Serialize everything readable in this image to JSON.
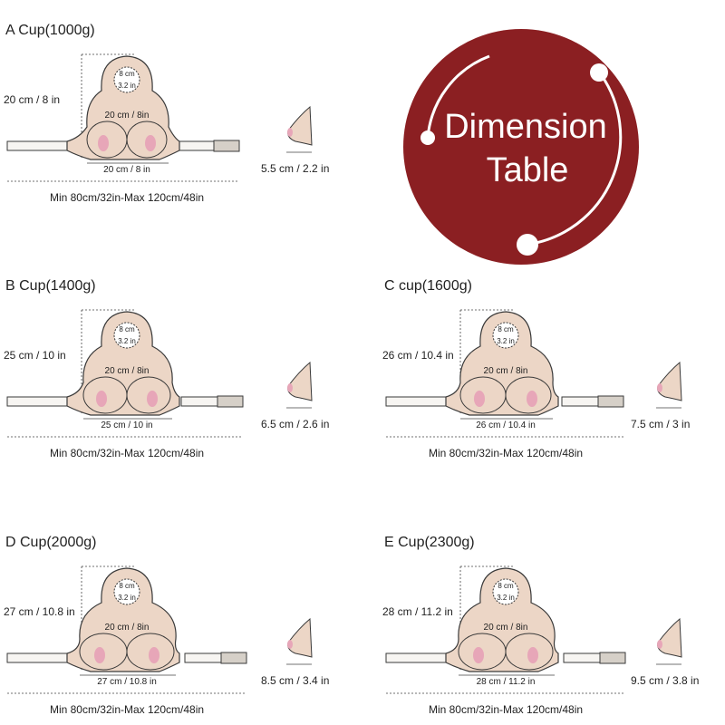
{
  "badge": {
    "line1": "Dimension",
    "line2": "Table",
    "color": "#8b1f22",
    "ring_color": "#ffffff"
  },
  "colors": {
    "skin": "#ecd6c6",
    "outline": "#3a3a3a",
    "nipple": "#e7a6b8",
    "strap": "#f7f5f2",
    "buckle": "#d6d0c8",
    "guide": "#444444"
  },
  "shared": {
    "circle_cm": "8 cm",
    "circle_in": "3.2 in",
    "vertical_mid": "20 cm / 8in",
    "strap_range": "Min 80cm/32in-Max 120cm/48in"
  },
  "cups": [
    {
      "name": "A Cup(1000g)",
      "height": "20 cm / 8 in",
      "width": "20 cm / 8 in",
      "depth": "5.5 cm / 2.2 in"
    },
    {
      "name": "B Cup(1400g)",
      "height": "25 cm / 10 in",
      "width": "25 cm / 10 in",
      "depth": "6.5 cm / 2.6 in"
    },
    {
      "name": "C cup(1600g)",
      "height": "26 cm / 10.4 in",
      "width": "26 cm / 10.4 in",
      "depth": "7.5 cm / 3 in"
    },
    {
      "name": "D Cup(2000g)",
      "height": "27 cm / 10.8 in",
      "width": "27 cm / 10.8 in",
      "depth": "8.5 cm / 3.4 in"
    },
    {
      "name": "E Cup(2300g)",
      "height": "28 cm / 11.2 in",
      "width": "28 cm / 11.2 in",
      "depth": "9.5 cm / 3.8 in"
    }
  ]
}
